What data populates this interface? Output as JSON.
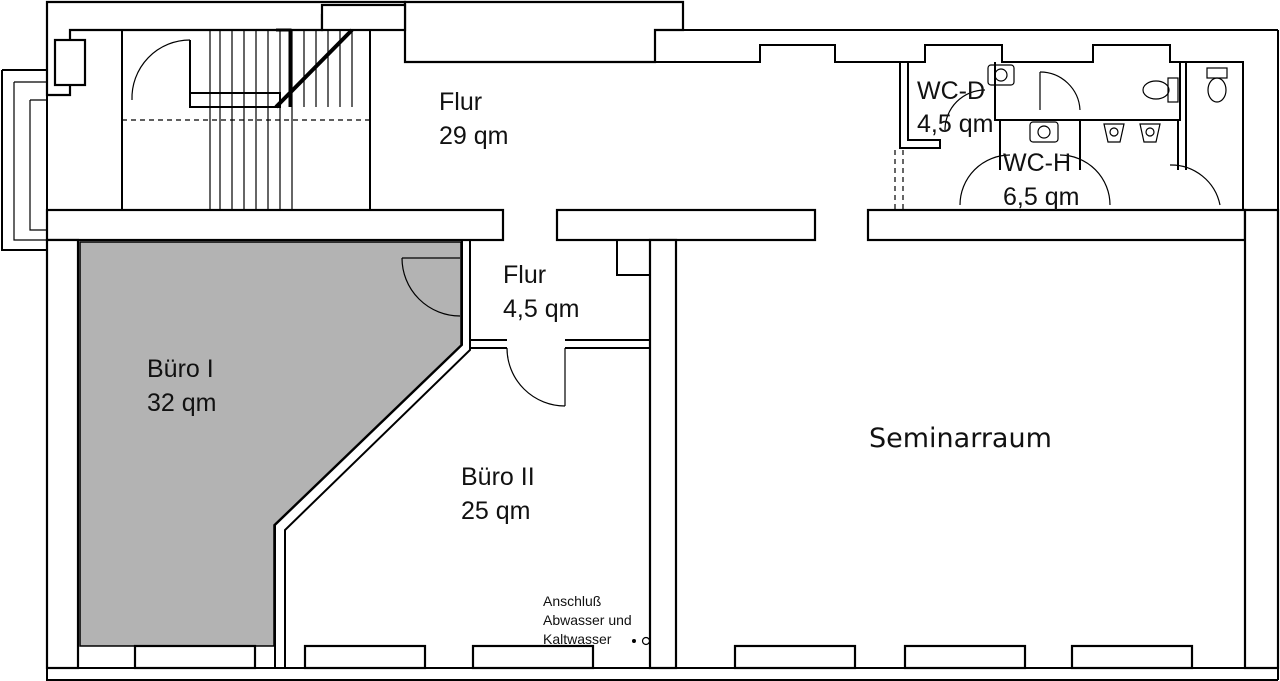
{
  "colors": {
    "wall": "#000000",
    "background": "#ffffff",
    "highlight_room": "#b3b3b3"
  },
  "rooms": {
    "flur_main": {
      "name": "Flur",
      "area": "29 qm"
    },
    "wc_d": {
      "name": "WC-D",
      "area": "4,5 qm"
    },
    "wc_h": {
      "name": "WC-H",
      "area": "6,5 qm"
    },
    "flur_small": {
      "name": "Flur",
      "area": "4,5 qm"
    },
    "buero1": {
      "name": "Büro I",
      "area": "32 qm",
      "highlighted": true
    },
    "buero2": {
      "name": "Büro II",
      "area": "25 qm"
    },
    "seminar": {
      "name": "Seminarraum"
    }
  },
  "annotations": {
    "connection": [
      "Anschluß",
      "Abwasser und",
      "Kaltwasser"
    ]
  },
  "icons": [
    "sink-icon",
    "toilet-icon",
    "urinal-icon",
    "door-swing-icon",
    "staircase-icon",
    "pipe-connection-icon"
  ]
}
